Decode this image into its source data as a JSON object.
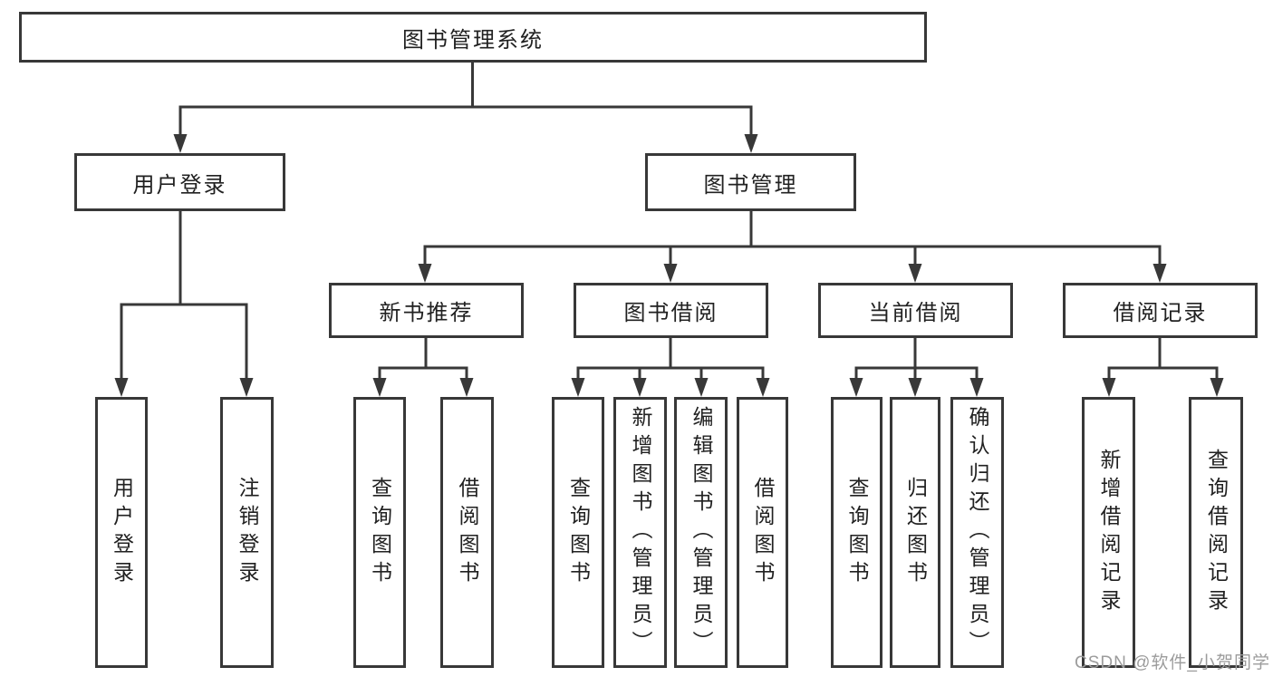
{
  "diagram": {
    "root": {
      "label": "图书管理系统"
    },
    "branches": [
      {
        "label": "用户登录",
        "children": [
          {
            "label": "用户登录"
          },
          {
            "label": "注销登录"
          }
        ]
      },
      {
        "label": "图书管理",
        "children": [
          {
            "label": "新书推荐",
            "children": [
              {
                "label": "查询图书"
              },
              {
                "label": "借阅图书"
              }
            ]
          },
          {
            "label": "图书借阅",
            "children": [
              {
                "label": "查询图书"
              },
              {
                "label": "新增图书（管理员）"
              },
              {
                "label": "编辑图书（管理员）"
              },
              {
                "label": "借阅图书"
              }
            ]
          },
          {
            "label": "当前借阅",
            "children": [
              {
                "label": "查询图书"
              },
              {
                "label": "归还图书"
              },
              {
                "label": "确认归还（管理员）"
              }
            ]
          },
          {
            "label": "借阅记录",
            "children": [
              {
                "label": "新增借阅记录"
              },
              {
                "label": "查询借阅记录"
              }
            ]
          }
        ]
      }
    ]
  },
  "watermark": {
    "text": "CSDN @软件_小贺同学"
  },
  "colors": {
    "line": "#383838",
    "text": "#212121",
    "watermark": "#9c9c9c",
    "background": "#ffffff"
  }
}
